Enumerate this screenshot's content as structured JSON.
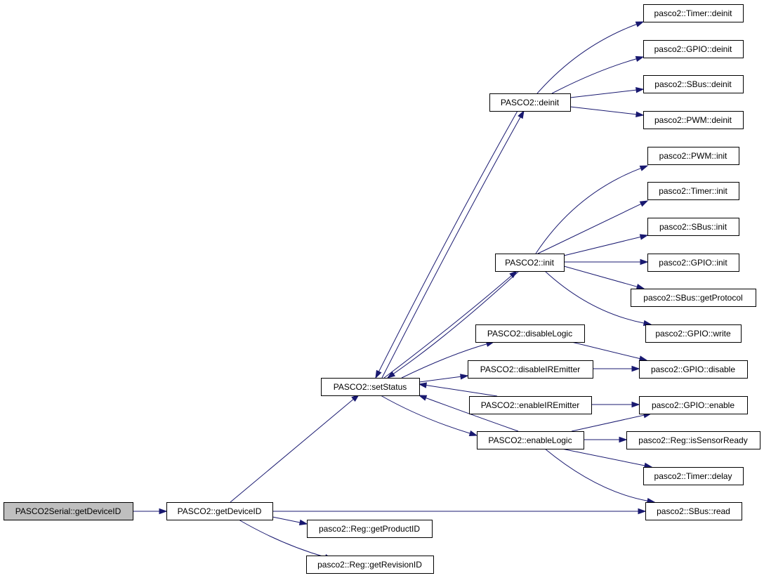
{
  "diagram": {
    "nodes": [
      {
        "id": "n0",
        "label": "PASCO2Serial::getDeviceID",
        "highlight": true
      },
      {
        "id": "n1",
        "label": "PASCO2::getDeviceID"
      },
      {
        "id": "n2",
        "label": "PASCO2::setStatus"
      },
      {
        "id": "n3",
        "label": "pasco2::SBus::read"
      },
      {
        "id": "n4",
        "label": "pasco2::Reg::getProductID"
      },
      {
        "id": "n5",
        "label": "pasco2::Reg::getRevisionID"
      },
      {
        "id": "n6",
        "label": "PASCO2::deinit"
      },
      {
        "id": "n7",
        "label": "PASCO2::init"
      },
      {
        "id": "n8",
        "label": "PASCO2::disableLogic"
      },
      {
        "id": "n9",
        "label": "PASCO2::disableIREmitter"
      },
      {
        "id": "n10",
        "label": "PASCO2::enableIREmitter"
      },
      {
        "id": "n11",
        "label": "PASCO2::enableLogic"
      },
      {
        "id": "n12",
        "label": "pasco2::Timer::deinit"
      },
      {
        "id": "n13",
        "label": "pasco2::GPIO::deinit"
      },
      {
        "id": "n14",
        "label": "pasco2::SBus::deinit"
      },
      {
        "id": "n15",
        "label": "pasco2::PWM::deinit"
      },
      {
        "id": "n16",
        "label": "pasco2::PWM::init"
      },
      {
        "id": "n17",
        "label": "pasco2::Timer::init"
      },
      {
        "id": "n18",
        "label": "pasco2::SBus::init"
      },
      {
        "id": "n19",
        "label": "pasco2::GPIO::init"
      },
      {
        "id": "n20",
        "label": "pasco2::SBus::getProtocol"
      },
      {
        "id": "n21",
        "label": "pasco2::GPIO::write"
      },
      {
        "id": "n22",
        "label": "pasco2::GPIO::disable"
      },
      {
        "id": "n23",
        "label": "pasco2::GPIO::enable"
      },
      {
        "id": "n24",
        "label": "pasco2::Reg::isSensorReady"
      },
      {
        "id": "n25",
        "label": "pasco2::Timer::delay"
      }
    ],
    "edges": [
      {
        "from": "n0",
        "to": "n1"
      },
      {
        "from": "n1",
        "to": "n2"
      },
      {
        "from": "n1",
        "to": "n3"
      },
      {
        "from": "n1",
        "to": "n4"
      },
      {
        "from": "n1",
        "to": "n5"
      },
      {
        "from": "n2",
        "to": "n6"
      },
      {
        "from": "n6",
        "to": "n2"
      },
      {
        "from": "n2",
        "to": "n7"
      },
      {
        "from": "n7",
        "to": "n2"
      },
      {
        "from": "n2",
        "to": "n8"
      },
      {
        "from": "n2",
        "to": "n9"
      },
      {
        "from": "n10",
        "to": "n2"
      },
      {
        "from": "n11",
        "to": "n2"
      },
      {
        "from": "n2",
        "to": "n11"
      },
      {
        "from": "n6",
        "to": "n12"
      },
      {
        "from": "n6",
        "to": "n13"
      },
      {
        "from": "n6",
        "to": "n14"
      },
      {
        "from": "n6",
        "to": "n15"
      },
      {
        "from": "n7",
        "to": "n16"
      },
      {
        "from": "n7",
        "to": "n17"
      },
      {
        "from": "n7",
        "to": "n18"
      },
      {
        "from": "n7",
        "to": "n19"
      },
      {
        "from": "n7",
        "to": "n20"
      },
      {
        "from": "n7",
        "to": "n21"
      },
      {
        "from": "n8",
        "to": "n22"
      },
      {
        "from": "n9",
        "to": "n22"
      },
      {
        "from": "n10",
        "to": "n23"
      },
      {
        "from": "n11",
        "to": "n23"
      },
      {
        "from": "n11",
        "to": "n24"
      },
      {
        "from": "n11",
        "to": "n25"
      },
      {
        "from": "n11",
        "to": "n3"
      }
    ],
    "colors": {
      "edge": "#191970",
      "root_fill": "#bfbfbf",
      "node_fill": "#ffffff",
      "border": "#000000"
    }
  }
}
